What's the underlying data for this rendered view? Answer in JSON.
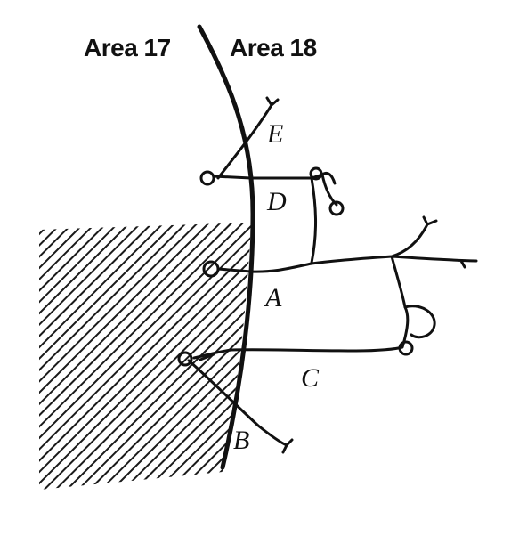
{
  "areas": {
    "left_label": "Area 17",
    "right_label": "Area 18"
  },
  "pathways": [
    {
      "id": "E",
      "label": "E"
    },
    {
      "id": "D",
      "label": "D"
    },
    {
      "id": "A",
      "label": "A"
    },
    {
      "id": "C",
      "label": "C"
    },
    {
      "id": "B",
      "label": "B"
    }
  ]
}
